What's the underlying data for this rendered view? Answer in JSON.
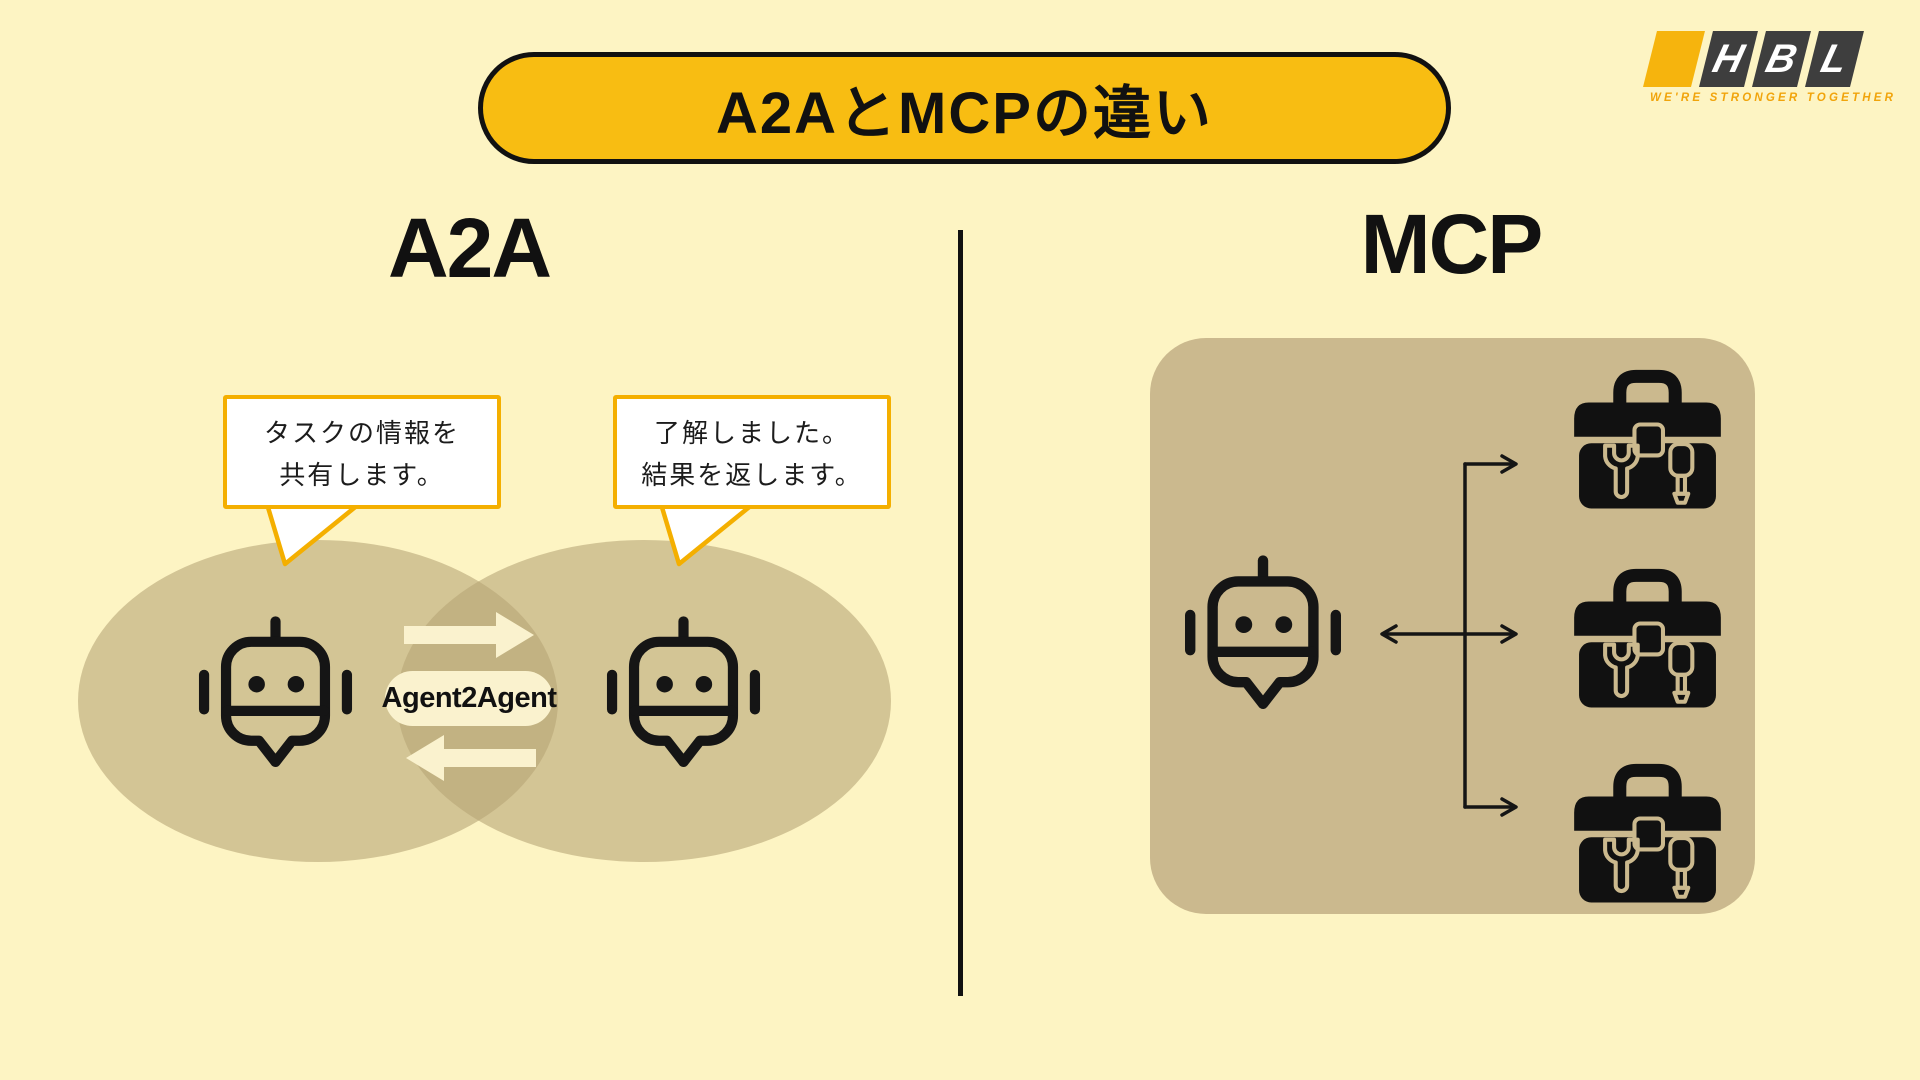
{
  "title": {
    "text": "A2AとMCPの違い"
  },
  "logo": {
    "letters": [
      "H",
      "B",
      "L"
    ],
    "tagline": "WE'RE STRONGER TOGETHER",
    "accent_tile_icon": "parallelogram-icon"
  },
  "sections": {
    "a2a": {
      "heading": "A2A",
      "bubble_left": {
        "line1": "タスクの情報を",
        "line2": "共有します。"
      },
      "bubble_right": {
        "line1": "了解しました。",
        "line2": "結果を返します。"
      },
      "link_label": "Agent2Agent",
      "icons": [
        "robot-icon",
        "arrow-right-icon",
        "arrow-left-icon",
        "robot-icon"
      ]
    },
    "mcp": {
      "heading": "MCP",
      "icons": [
        "robot-icon",
        "toolbox-icon",
        "toolbox-icon",
        "toolbox-icon"
      ],
      "connector": "double-headed-arrow-branching-to-three-toolboxes"
    }
  },
  "colors": {
    "bg": "#FDF4C3",
    "ink": "#111111",
    "banner-yellow": "#F8BD12",
    "bubble-border": "#F4AF00",
    "ellipse-tan": "#B8A576",
    "panel-tan": "#CBB98E",
    "cream": "#FAF2CE",
    "logo-dark": "#3E3E3E",
    "logo-yellow": "#F6B40D",
    "tagline-orange": "#F1A40B"
  }
}
